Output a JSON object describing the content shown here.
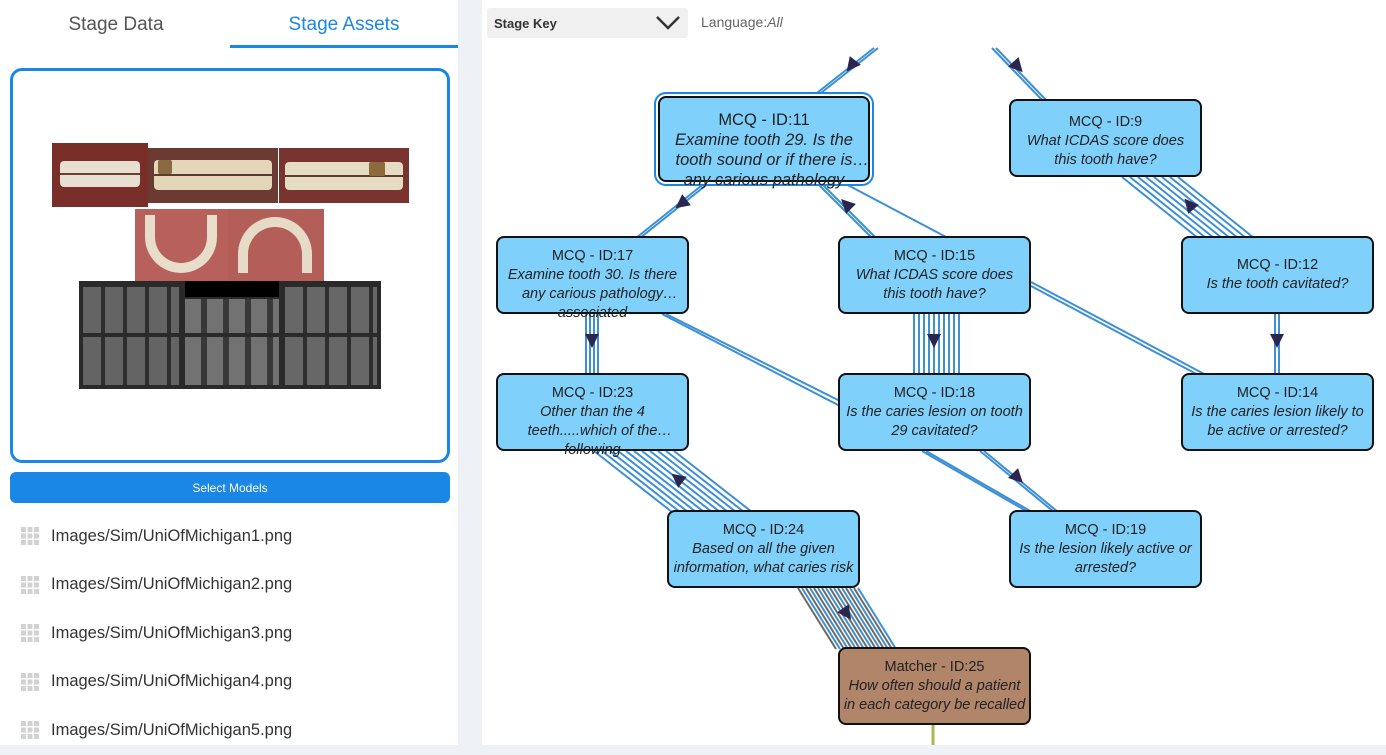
{
  "tabs": {
    "stage_data": "Stage Data",
    "stage_assets": "Stage Assets"
  },
  "select_models_label": "Select Models",
  "assets": [
    "Images/Sim/UniOfMichigan1.png",
    "Images/Sim/UniOfMichigan2.png",
    "Images/Sim/UniOfMichigan3.png",
    "Images/Sim/UniOfMichigan4.png",
    "Images/Sim/UniOfMichigan5.png"
  ],
  "toolbar": {
    "stage_key_label": "Stage Key",
    "language_label": "Language:",
    "language_value": "All"
  },
  "nodes": {
    "n11": {
      "title": "MCQ - ID:11",
      "desc": "Examine tooth 29. Is the tooth sound or if there is any carious pathology"
    },
    "n9": {
      "title": "MCQ - ID:9",
      "desc": "What ICDAS score does this tooth have?"
    },
    "n17": {
      "title": "MCQ - ID:17",
      "desc": "Examine tooth 30. Is there any carious pathology associated"
    },
    "n15": {
      "title": "MCQ - ID:15",
      "desc": "What ICDAS score does this tooth have?"
    },
    "n12": {
      "title": "MCQ - ID:12",
      "desc": "Is the tooth cavitated?"
    },
    "n23": {
      "title": "MCQ - ID:23",
      "desc": "Other than the 4 teeth.....which of the following"
    },
    "n18": {
      "title": "MCQ - ID:18",
      "desc": "Is the caries lesion on tooth 29 cavitated?"
    },
    "n14": {
      "title": "MCQ - ID:14",
      "desc": "Is the caries lesion likely to be active or arrested?"
    },
    "n24": {
      "title": "MCQ - ID:24",
      "desc": "Based on all the given information, what caries risk"
    },
    "n19": {
      "title": "MCQ - ID:19",
      "desc": "Is the lesion likely active or arrested?"
    },
    "n25": {
      "title": "Matcher - ID:25",
      "desc": "How often should a patient in each category be recalled"
    }
  },
  "colors": {
    "accent": "#1a86e5",
    "node_mcq": "#80d0fc",
    "node_matcher": "#b0856a",
    "edge": "#3d8fd6",
    "arrow": "#2a2650"
  },
  "icons": {
    "dropdown": "chevron-down-icon",
    "drag": "drag-grip-icon"
  }
}
